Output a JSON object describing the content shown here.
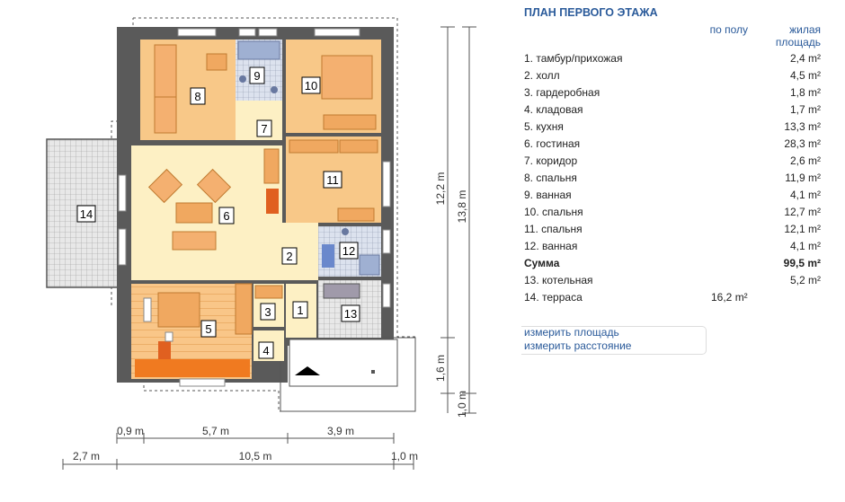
{
  "plan": {
    "room_numbers": [
      "1",
      "2",
      "3",
      "4",
      "5",
      "6",
      "7",
      "8",
      "9",
      "10",
      "11",
      "12",
      "13",
      "14"
    ],
    "dims_bottom1": [
      "0,9 m",
      "5,7 m",
      "3,9 m"
    ],
    "dims_bottom2": [
      "2,7 m",
      "10,5 m",
      "1,0 m"
    ],
    "dims_right_inner": [
      "12,2 m",
      "1,6 m"
    ],
    "dims_right_outer": [
      "13,8 m",
      "1,0 m"
    ]
  },
  "info": {
    "title": "ПЛАН ПЕРВОГО ЭТАЖА",
    "col_floor": "по полу",
    "col_living_1": "жилая",
    "col_living_2": "площадь",
    "rows": [
      {
        "name": "1. тамбур/прихожая",
        "floor": "",
        "area": "2,4 m²"
      },
      {
        "name": "2. холл",
        "floor": "",
        "area": "4,5 m²"
      },
      {
        "name": "3. гардеробная",
        "floor": "",
        "area": "1,8 m²"
      },
      {
        "name": "4. кладовая",
        "floor": "",
        "area": "1,7 m²"
      },
      {
        "name": "5. кухня",
        "floor": "",
        "area": "13,3 m²"
      },
      {
        "name": "6. гостиная",
        "floor": "",
        "area": "28,3 m²"
      },
      {
        "name": "7. коридор",
        "floor": "",
        "area": "2,6 m²"
      },
      {
        "name": "8. спальня",
        "floor": "",
        "area": "11,9 m²"
      },
      {
        "name": "9. ванная",
        "floor": "",
        "area": "4,1 m²"
      },
      {
        "name": "10. спальня",
        "floor": "",
        "area": "12,7 m²"
      },
      {
        "name": "11. спальня",
        "floor": "",
        "area": "12,1 m²"
      },
      {
        "name": "12. ванная",
        "floor": "",
        "area": "4,1 m²"
      },
      {
        "name": "Сумма",
        "floor": "",
        "area": "99,5 m²",
        "bold": true
      },
      {
        "name": "13. котельная",
        "floor": "",
        "area": "5,2 m²"
      },
      {
        "name": "14. терраса",
        "floor": "16,2 m²",
        "area": ""
      }
    ],
    "link_area": "измерить площадь",
    "link_distance": "измерить расстояние"
  },
  "colors": {
    "wall": "#5a5a5a",
    "bedroom": "#f8c888",
    "living": "#fdf0c4",
    "kitchen": "#f7a347",
    "bath": "#b8c8e6",
    "tile": "#e4e4e4",
    "accent": "#2a5a9a"
  }
}
